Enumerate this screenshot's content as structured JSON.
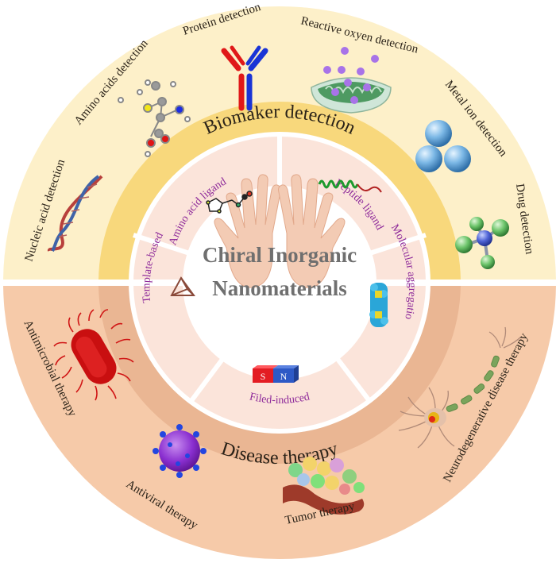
{
  "title": {
    "line1": "Chiral Inorganic",
    "line2": "Nanomaterials"
  },
  "bands": {
    "top": "Biomaker detection",
    "bottom": "Disease therapy"
  },
  "inner_segments": [
    {
      "label": "Amino acid ligand",
      "icon": "amino-acid-molecule-icon"
    },
    {
      "label": "Peptide  ligand",
      "icon": "peptide-helix-icon"
    },
    {
      "label": "Molecular aggregatio",
      "icon": "molecular-aggregate-icon"
    },
    {
      "label": "Filed-induced",
      "icon": "magnet-icon",
      "magnet_poles": [
        "S",
        "N"
      ]
    },
    {
      "label": "Template-based",
      "icon": "tetrahedron-icon"
    }
  ],
  "detection_items": [
    {
      "label": "Nucleic acid detection",
      "icon": "dna-helix-icon"
    },
    {
      "label": "Amino acids detection",
      "icon": "amino-acid-ball-stick-icon"
    },
    {
      "label": "Protein detection",
      "icon": "antibody-icon"
    },
    {
      "label": "Reactive oxyen  detection",
      "icon": "mitochondria-icon"
    },
    {
      "label": "Metal ion detection",
      "icon": "metal-ion-spheres-icon"
    },
    {
      "label": "Drug detection",
      "icon": "drug-molecule-icon"
    }
  ],
  "therapy_items": [
    {
      "label": "Antimicrobial therapy",
      "icon": "bacterium-icon"
    },
    {
      "label": "Antiviral therapy",
      "icon": "virus-icon"
    },
    {
      "label": "Tumor therapy",
      "icon": "tumor-cells-icon"
    },
    {
      "label": "Neurodegenerative disease therapy",
      "icon": "neuron-icon"
    }
  ],
  "colors": {
    "top_outer": "#fdf0c9",
    "top_band": "#f8d87c",
    "bottom_outer": "#f6caa9",
    "bottom_band": "#eab693",
    "inner_ring": "#fbe4da",
    "center": "#ffffff",
    "inner_text": "#8e2a9a",
    "title_text": "#6f6f6f"
  }
}
